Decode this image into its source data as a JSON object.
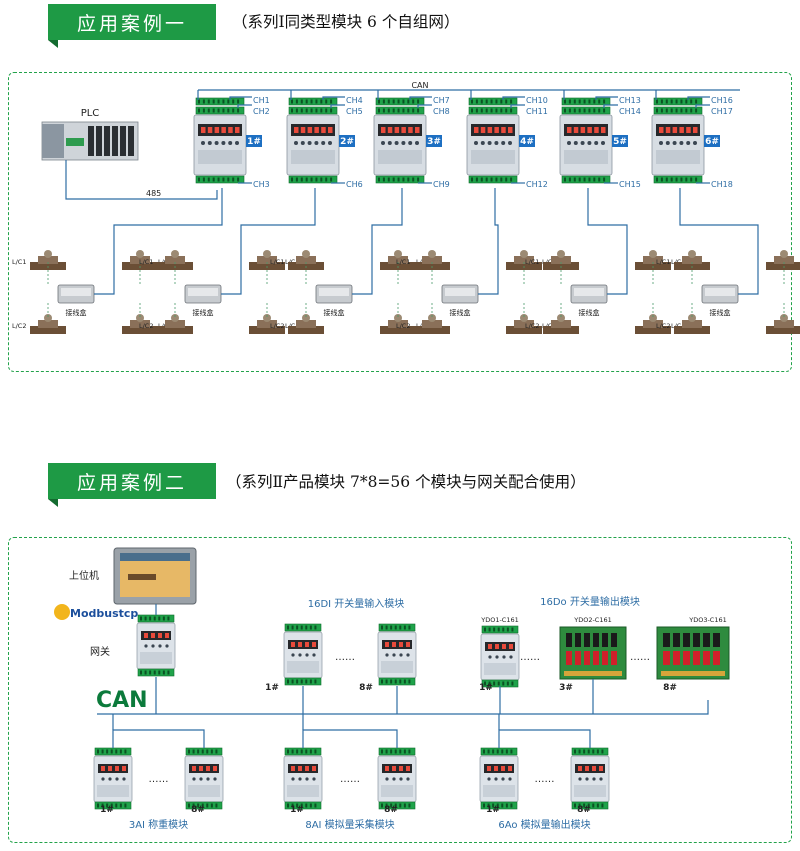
{
  "section1": {
    "title": "应用案例一",
    "subtitle": "（系列Ⅰ同类型模块 6 个自组网）",
    "bus_label": "CAN",
    "plc_label": "PLC",
    "rs485_label": "485",
    "modules": [
      {
        "num": "1#",
        "ch_top": [
          "CH1",
          "CH2"
        ],
        "ch_bottom": "CH3"
      },
      {
        "num": "2#",
        "ch_top": [
          "CH4",
          "CH5"
        ],
        "ch_bottom": "CH6"
      },
      {
        "num": "3#",
        "ch_top": [
          "CH7",
          "CH8"
        ],
        "ch_bottom": "CH9"
      },
      {
        "num": "4#",
        "ch_top": [
          "CH10",
          "CH11"
        ],
        "ch_bottom": "CH12"
      },
      {
        "num": "5#",
        "ch_top": [
          "CH13",
          "CH14"
        ],
        "ch_bottom": "CH15"
      },
      {
        "num": "6#",
        "ch_top": [
          "CH16",
          "CH17"
        ],
        "ch_bottom": "CH18"
      }
    ],
    "load_cells": [
      "L/C1",
      "L/C2",
      "L/C3",
      "L/C4"
    ],
    "junction_box_label": "接线盒"
  },
  "section2": {
    "title": "应用案例二",
    "subtitle": "（系列Ⅱ产品模块 7*8=56 个模块与网关配合使用）",
    "hmi_label": "上位机",
    "modbus_logo": "Modbustcp",
    "gateway_label": "网关",
    "can_logo": "CAN",
    "di_group": {
      "title": "16DI 开关量输入模块",
      "first": "1#",
      "last": "8#"
    },
    "do_group": {
      "title": "16Do 开关量输出模块",
      "models": [
        "YDO1-C161",
        "YDO2-C161",
        "YDO3-C161"
      ],
      "nums": [
        "1#",
        "3#",
        "8#"
      ]
    },
    "ai_group": {
      "title": "3AI 称重模块",
      "first": "1#",
      "last": "8#"
    },
    "ai8_group": {
      "title": "8AI 模拟量采集模块",
      "first": "1#",
      "last": "8#"
    },
    "ao_group": {
      "title": "6Ao 模拟量输出模块",
      "first": "1#",
      "last": "8#"
    },
    "dots": "……"
  },
  "colors": {
    "accent": "#1e9a45",
    "line": "#2e6da4",
    "dash": "#22a24a"
  }
}
